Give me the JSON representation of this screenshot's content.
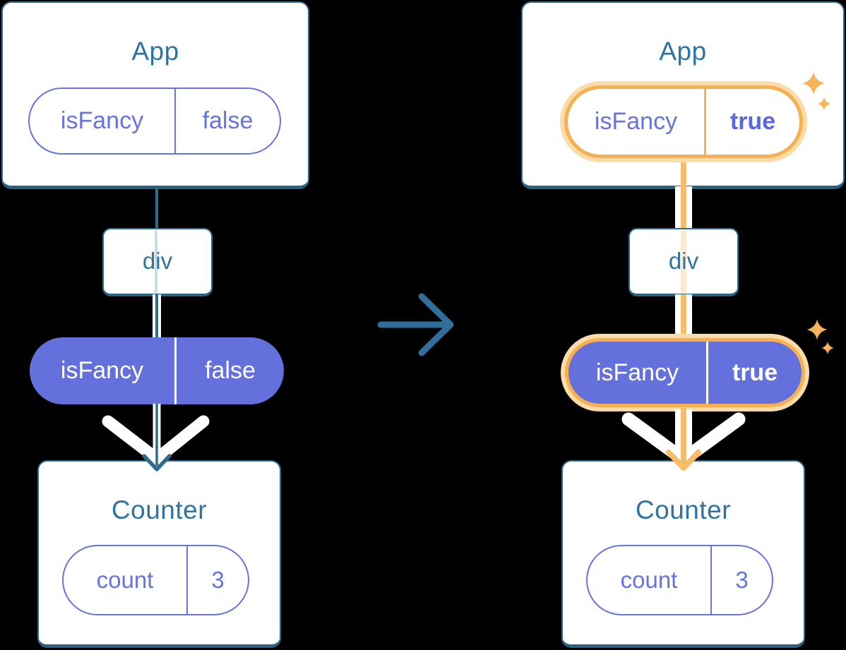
{
  "diagram": {
    "before": {
      "app": {
        "title": "App",
        "prop": {
          "name": "isFancy",
          "value": "false"
        }
      },
      "middle": {
        "label": "div"
      },
      "prop_pill": {
        "name": "isFancy",
        "value": "false"
      },
      "counter": {
        "title": "Counter",
        "state": {
          "name": "count",
          "value": "3"
        }
      }
    },
    "after": {
      "app": {
        "title": "App",
        "prop": {
          "name": "isFancy",
          "value": "true"
        }
      },
      "middle": {
        "label": "div"
      },
      "prop_pill": {
        "name": "isFancy",
        "value": "true"
      },
      "counter": {
        "title": "Counter",
        "state": {
          "name": "count",
          "value": "3"
        }
      }
    },
    "colors": {
      "background": "#000000",
      "card_background": "#FFFFFF",
      "card_border": "#2F6C8D",
      "title_text": "#2E74A3",
      "purple_fill": "#6470DB",
      "purple_text": "#6673E0",
      "bold_value_text": "#5B68DC",
      "teal_line": "#2F6C8D",
      "faded_teal_line": "#CBDCE8",
      "orange_line": "#F9BC66",
      "faded_orange_line": "#FCE9CE",
      "highlight_ring": "#F6B052",
      "highlight_glow": "#FBDCA8",
      "sparkle": "#F5B45A",
      "transition_arrow": "#2F6F99"
    },
    "icons": {
      "transition": "arrow-right-icon",
      "flow": "arrow-down-icon",
      "highlight": "sparkle-icon"
    }
  }
}
